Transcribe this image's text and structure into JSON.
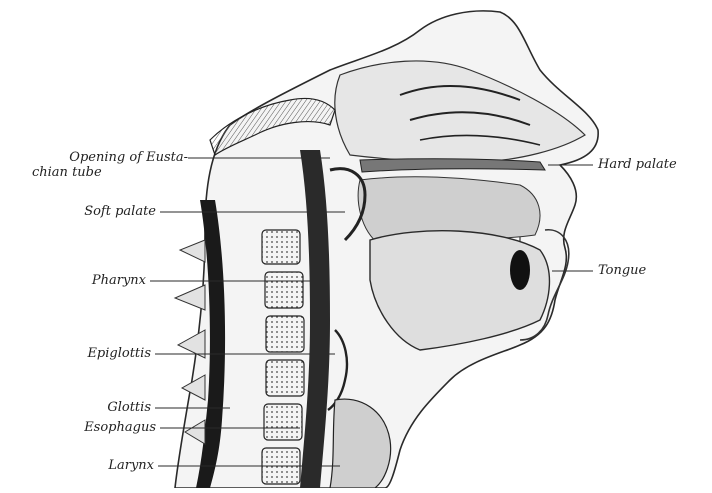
{
  "figure": {
    "labels_left": [
      {
        "id": "opening",
        "lines": [
          "Opening of Eusta-",
          "chian tube"
        ]
      },
      {
        "id": "soft-palate",
        "lines": [
          "Soft palate"
        ]
      },
      {
        "id": "pharynx",
        "lines": [
          "Pharynx"
        ]
      },
      {
        "id": "epiglottis",
        "lines": [
          "Epiglottis"
        ]
      },
      {
        "id": "glottis",
        "lines": [
          "Glottis"
        ]
      },
      {
        "id": "esophagus",
        "lines": [
          "Esophagus"
        ]
      },
      {
        "id": "larynx",
        "lines": [
          "Larynx"
        ]
      }
    ],
    "labels_right": [
      {
        "id": "hard-palate",
        "lines": [
          "Hard palate"
        ]
      },
      {
        "id": "tongue",
        "lines": [
          "Tongue"
        ]
      }
    ],
    "colors": {
      "ink": "#2a2a2a",
      "shade": "#6b6b6b",
      "bone": "#d9d9d9",
      "dark": "#111111"
    }
  }
}
